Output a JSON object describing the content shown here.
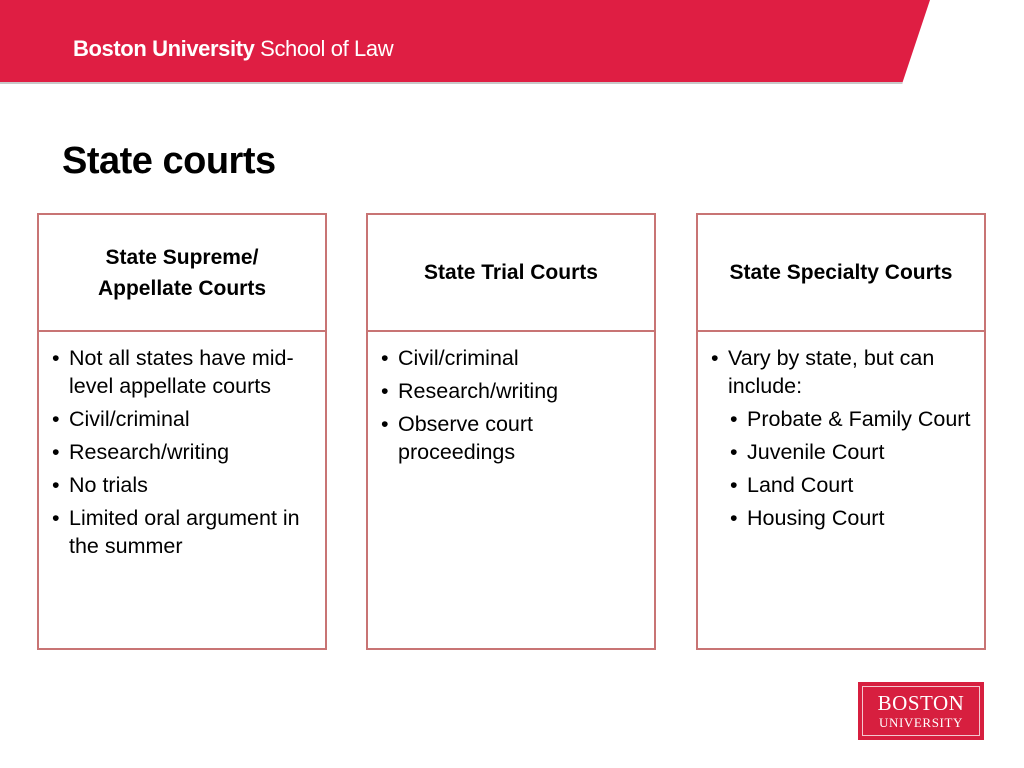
{
  "header": {
    "brand_bold": "Boston University",
    "brand_light": " School of Law",
    "color": "#df1e43"
  },
  "slide": {
    "title": "State courts"
  },
  "columns": [
    {
      "heading": "State Supreme/ Appellate Courts",
      "bullets": [
        "Not all states have mid-level appellate courts",
        "Civil/criminal",
        "Research/writing",
        "No trials",
        "Limited oral argument in the summer"
      ]
    },
    {
      "heading": "State Trial Courts",
      "bullets": [
        "Civil/criminal",
        "Research/writing",
        "Observe court proceedings"
      ]
    },
    {
      "heading": "State Specialty Courts",
      "bullets": [
        "Vary by state, but can include:"
      ],
      "sub_bullets": [
        "Probate & Family Court",
        "Juvenile Court",
        "Land Court",
        "Housing Court"
      ]
    }
  ],
  "logo": {
    "line1": "BOSTON",
    "line2": "UNIVERSITY"
  },
  "colors": {
    "box_border": "#c87474",
    "logo_bg": "#d71f3f"
  }
}
